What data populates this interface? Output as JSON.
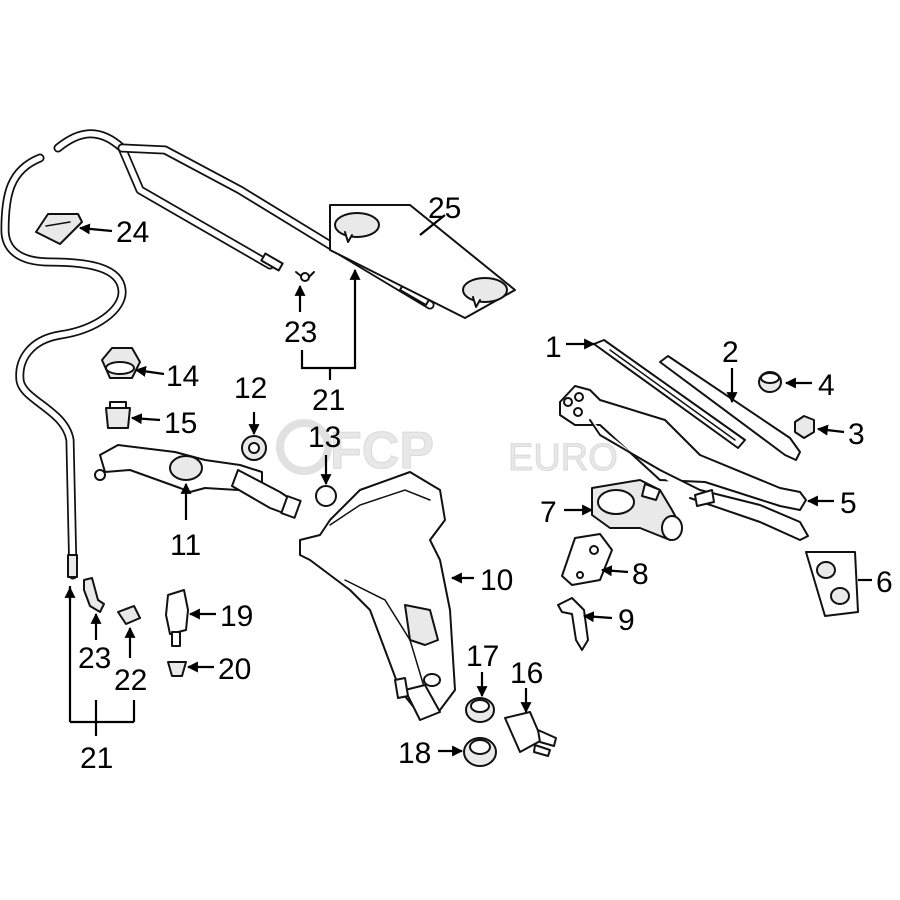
{
  "watermark": {
    "brand": "FCP",
    "suffix": "EURO"
  },
  "callouts": {
    "c1": "1",
    "c2": "2",
    "c3": "3",
    "c4": "4",
    "c5": "5",
    "c6": "6",
    "c7": "7",
    "c8": "8",
    "c9": "9",
    "c10": "10",
    "c11": "11",
    "c12": "12",
    "c13": "13",
    "c14": "14",
    "c15": "15",
    "c16": "16",
    "c17": "17",
    "c18": "18",
    "c19": "19",
    "c20": "20",
    "c21a": "21",
    "c21b": "21",
    "c22": "22",
    "c23a": "23",
    "c23b": "23",
    "c24": "24",
    "c25": "25"
  }
}
